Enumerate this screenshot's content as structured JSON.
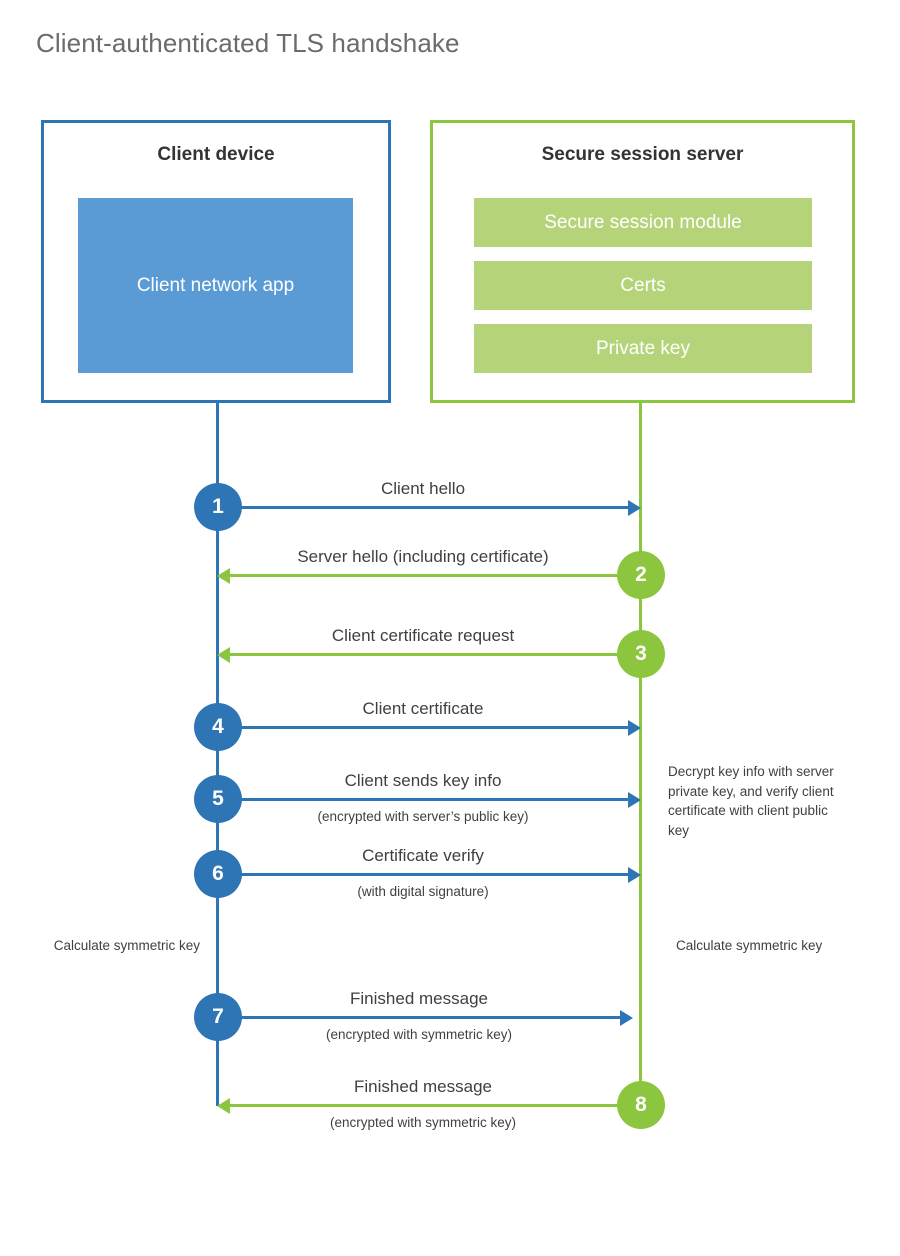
{
  "title": "Client-authenticated TLS handshake",
  "colors": {
    "client_primary": "#2E75B6",
    "client_fill": "#5B9BD5",
    "server_primary": "#8CC63F",
    "server_fill": "#B5D47A",
    "text": "#404040",
    "title_text": "#6b6b6b",
    "background": "#ffffff"
  },
  "actors": {
    "client": {
      "title": "Client device",
      "components": [
        {
          "label": "Client network app"
        }
      ]
    },
    "server": {
      "title": "Secure session server",
      "components": [
        {
          "label": "Secure session module"
        },
        {
          "label": "Certs"
        },
        {
          "label": "Private key"
        }
      ]
    }
  },
  "messages": [
    {
      "step": "1",
      "label": "Client hello",
      "sublabel": "",
      "direction": "client-to-server",
      "color": "blue"
    },
    {
      "step": "2",
      "label": "Server hello (including certificate)",
      "sublabel": "",
      "direction": "server-to-client",
      "color": "green"
    },
    {
      "step": "3",
      "label": "Client certificate request",
      "sublabel": "",
      "direction": "server-to-client",
      "color": "green"
    },
    {
      "step": "4",
      "label": "Client certificate",
      "sublabel": "",
      "direction": "client-to-server",
      "color": "blue"
    },
    {
      "step": "5",
      "label": "Client sends key info",
      "sublabel": "(encrypted with server’s public key)",
      "direction": "client-to-server",
      "color": "blue"
    },
    {
      "step": "6",
      "label": "Certificate verify",
      "sublabel": "(with digital signature)",
      "direction": "client-to-server",
      "color": "blue"
    },
    {
      "step": "7",
      "label": "Finished message",
      "sublabel": "(encrypted with symmetric key)",
      "direction": "client-to-server",
      "color": "blue"
    },
    {
      "step": "8",
      "label": "Finished message",
      "sublabel": "(encrypted with symmetric key)",
      "direction": "server-to-client",
      "color": "green"
    }
  ],
  "annotations": {
    "server_decrypt": "Decrypt key info with server private key, and verify client certificate with client public key",
    "client_calculate": "Calculate symmetric key",
    "server_calculate": "Calculate symmetric key"
  }
}
